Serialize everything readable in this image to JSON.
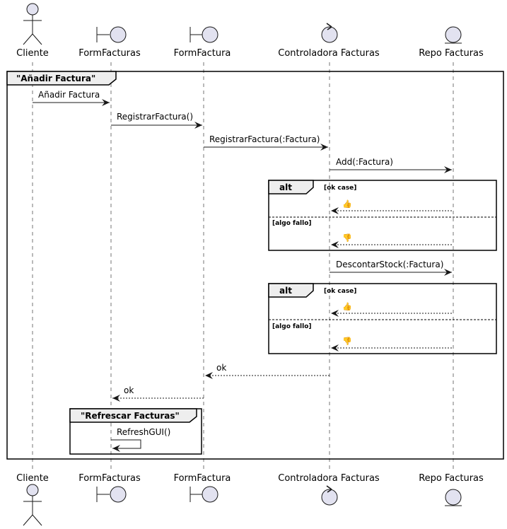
{
  "participants": [
    {
      "id": "cliente",
      "name": "Cliente",
      "kind": "actor"
    },
    {
      "id": "formfacturas",
      "name": "FormFacturas",
      "kind": "boundary"
    },
    {
      "id": "formfactura",
      "name": "FormFactura",
      "kind": "boundary"
    },
    {
      "id": "controladora",
      "name": "Controladora Facturas",
      "kind": "control"
    },
    {
      "id": "repo",
      "name": "Repo Facturas",
      "kind": "entity"
    }
  ],
  "frames": [
    {
      "id": "anadir",
      "label": "\"Añadir Factura\""
    },
    {
      "id": "refrescar",
      "label": "\"Refrescar Facturas\""
    }
  ],
  "alt_blocks": [
    {
      "id": "alt1",
      "keyword": "alt",
      "guard_ok": "[ok case]",
      "guard_fail": "[algo fallo]",
      "ok_reply": "👍",
      "fail_reply": "👎"
    },
    {
      "id": "alt2",
      "keyword": "alt",
      "guard_ok": "[ok case]",
      "guard_fail": "[algo fallo]",
      "ok_reply": "👍",
      "fail_reply": "👎"
    }
  ],
  "messages": [
    {
      "id": "m1",
      "from": "cliente",
      "to": "formfacturas",
      "label": "Añadir Factura",
      "style": "sync"
    },
    {
      "id": "m2",
      "from": "formfacturas",
      "to": "formfactura",
      "label": "RegistrarFactura()",
      "style": "sync"
    },
    {
      "id": "m3",
      "from": "formfactura",
      "to": "controladora",
      "label": "RegistrarFactura(:Factura)",
      "style": "sync"
    },
    {
      "id": "m4",
      "from": "controladora",
      "to": "repo",
      "label": "Add(:Factura)",
      "style": "sync"
    },
    {
      "id": "m5",
      "from": "controladora",
      "to": "repo",
      "label": "DescontarStock(:Factura)",
      "style": "sync"
    },
    {
      "id": "m6",
      "from": "controladora",
      "to": "formfactura",
      "label": "ok",
      "style": "reply"
    },
    {
      "id": "m7",
      "from": "formfactura",
      "to": "formfacturas",
      "label": "ok",
      "style": "reply"
    },
    {
      "id": "m8",
      "from": "formfacturas",
      "to": "formfacturas",
      "label": "RefreshGUI()",
      "style": "self"
    }
  ],
  "colors": {
    "participant_fill": "#E2E2F0",
    "line": "#181818",
    "lifeline": "#181818",
    "frame_bg": "#EEEEEE"
  }
}
